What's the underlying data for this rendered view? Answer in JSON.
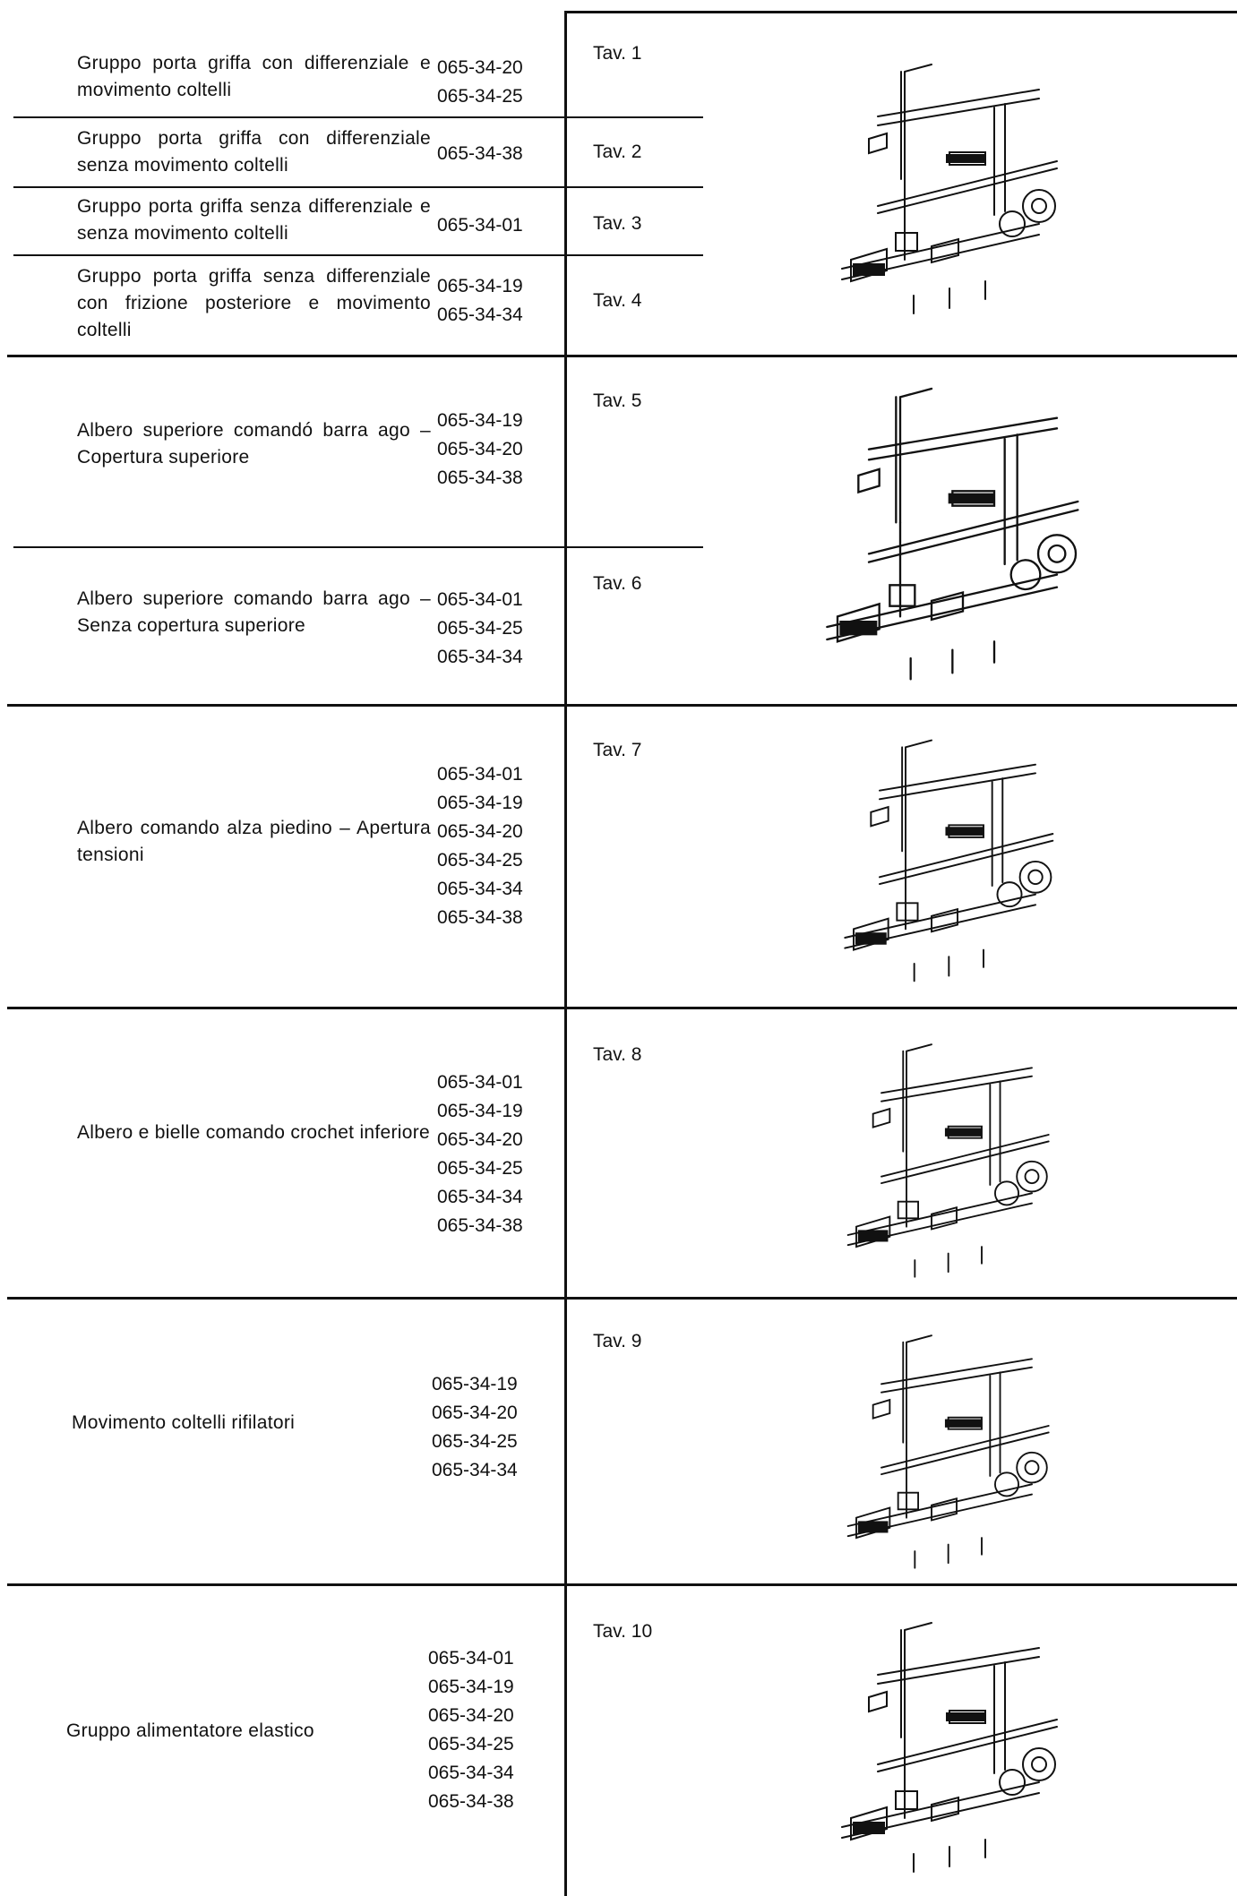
{
  "sections": [
    {
      "rows": [
        {
          "desc": "Gruppo porta griffa con differenziale e movimento coltelli",
          "codes": [
            "065-34-20",
            "065-34-25"
          ],
          "tav": "Tav.  1"
        },
        {
          "desc": "Gruppo porta griffa con differenziale senza movimento coltelli",
          "codes": [
            "065-34-38"
          ],
          "tav": "Tav.  2"
        },
        {
          "desc": "Gruppo porta griffa senza differenziale e senza movimento coltelli",
          "codes": [
            "065-34-01"
          ],
          "tav": "Tav.  3"
        },
        {
          "desc": "Gruppo porta griffa senza differenziale con frizione posteriore e movimento coltelli",
          "codes": [
            "065-34-19",
            "065-34-34"
          ],
          "tav": "Tav.  4"
        }
      ]
    },
    {
      "rows": [
        {
          "desc": "Albero superiore comandó barra ago – Copertura superiore",
          "codes": [
            "065-34-19",
            "065-34-20",
            "065-34-38"
          ],
          "tav": "Tav.  5"
        },
        {
          "desc": "Albero superiore comando barra ago – Senza copertura superiore",
          "codes": [
            "065-34-01",
            "065-34-25",
            "065-34-34"
          ],
          "tav": "Tav.  6"
        }
      ]
    },
    {
      "rows": [
        {
          "desc": "Albero comando alza piedino – Apertura tensioni",
          "codes": [
            "065-34-01",
            "065-34-19",
            "065-34-20",
            "065-34-25",
            "065-34-34",
            "065-34-38"
          ],
          "tav": "Tav.  7"
        }
      ]
    },
    {
      "rows": [
        {
          "desc": "Albero e bielle comando crochet inferiore",
          "codes": [
            "065-34-01",
            "065-34-19",
            "065-34-20",
            "065-34-25",
            "065-34-34",
            "065-34-38"
          ],
          "tav": "Tav.  8"
        }
      ]
    },
    {
      "rows": [
        {
          "desc": "Movimento coltelli rifilatori",
          "codes": [
            "065-34-19",
            "065-34-20",
            "065-34-25",
            "065-34-34"
          ],
          "tav": "Tav.  9"
        }
      ]
    },
    {
      "rows": [
        {
          "desc": "Gruppo alimentatore elastico",
          "codes": [
            "065-34-01",
            "065-34-19",
            "065-34-20",
            "065-34-25",
            "065-34-34",
            "065-34-38"
          ],
          "tav": "Tav. 10"
        }
      ]
    }
  ]
}
